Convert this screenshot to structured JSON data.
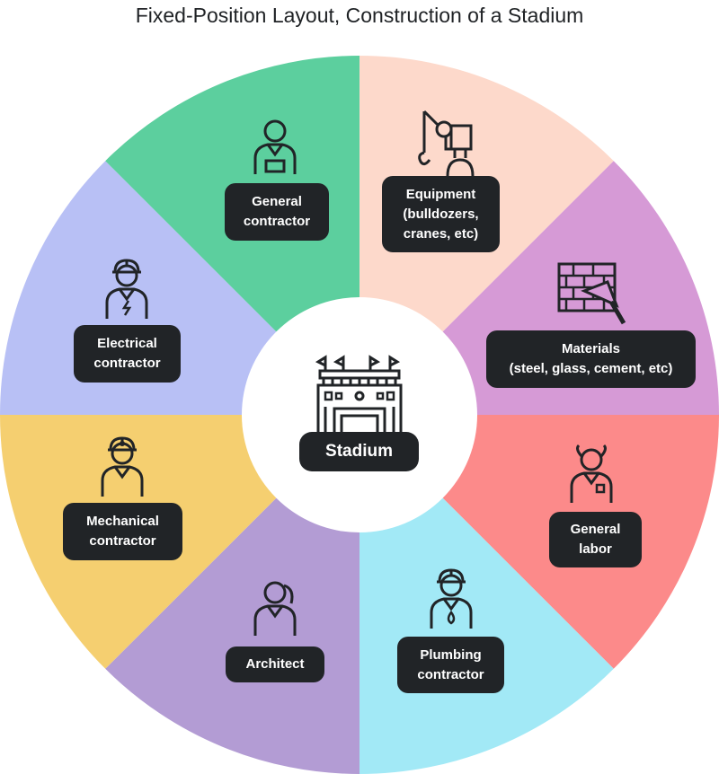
{
  "title": "Fixed-Position Layout, Construction of a Stadium",
  "center": {
    "label": "Stadium",
    "icon": "stadium-icon",
    "color": "#ffffff"
  },
  "sectors": [
    {
      "id": "equipment",
      "lines": [
        "Equipment",
        "(bulldozers,",
        "cranes, etc)"
      ],
      "color": "#fdd9cb",
      "icon": "crane-icon"
    },
    {
      "id": "materials",
      "lines": [
        "Materials",
        "(steel, glass, cement, etc)"
      ],
      "color": "#d69ad6",
      "icon": "brick-wall-icon"
    },
    {
      "id": "general-labor",
      "lines": [
        "General",
        "labor"
      ],
      "color": "#fc8a8a",
      "icon": "worker-icon"
    },
    {
      "id": "plumbing-contractor",
      "lines": [
        "Plumbing",
        "contractor"
      ],
      "color": "#a2e9f6",
      "icon": "plumber-icon"
    },
    {
      "id": "architect",
      "lines": [
        "Architect"
      ],
      "color": "#b39cd4",
      "icon": "architect-icon"
    },
    {
      "id": "mechanical-contractor",
      "lines": [
        "Mechanical",
        "contractor"
      ],
      "color": "#f5cf70",
      "icon": "mechanic-icon"
    },
    {
      "id": "electrical-contractor",
      "lines": [
        "Electrical",
        "contractor"
      ],
      "color": "#b8c0f5",
      "icon": "electrician-icon"
    },
    {
      "id": "general-contractor",
      "lines": [
        "General",
        "contractor"
      ],
      "color": "#5ccf9e",
      "icon": "contractor-icon"
    }
  ],
  "label_bg": "#212427"
}
